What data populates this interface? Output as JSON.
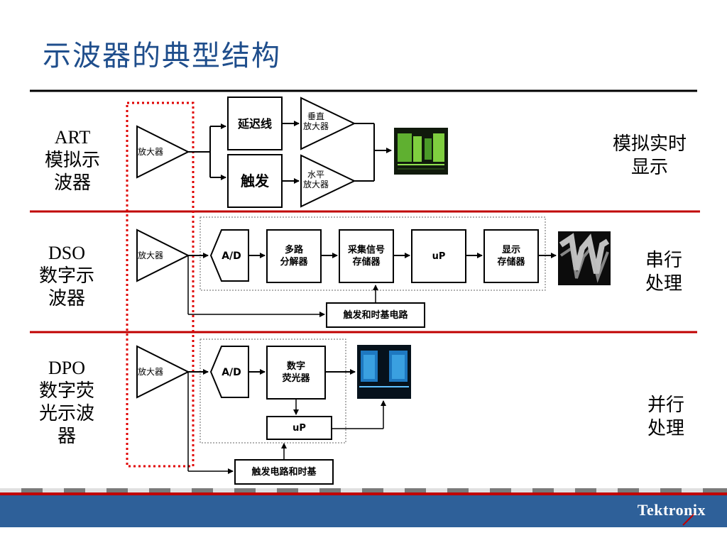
{
  "title": "示波器的典型结构",
  "rows": {
    "art": {
      "label_lines": [
        "ART",
        "模拟示",
        "波器"
      ],
      "right_lines": [
        "模拟实时",
        "显示"
      ],
      "amplifier": "放大器",
      "delay_line": "延迟线",
      "trigger": "触发",
      "vertical_amp": [
        "垂直",
        "放大器"
      ],
      "horizontal_amp": [
        "水平",
        "放大器"
      ]
    },
    "dso": {
      "label_lines": [
        "DSO",
        "数字示",
        "波器"
      ],
      "right_lines": [
        "串行",
        "处理"
      ],
      "amplifier": "放大器",
      "ad": "A/D",
      "demux": [
        "多路",
        "分解器"
      ],
      "acq_memory": [
        "采集信号",
        "存储器"
      ],
      "up": "uP",
      "display_memory": [
        "显示",
        "存储器"
      ],
      "trigger_timebase": "触发和时基电路"
    },
    "dpo": {
      "label_lines": [
        "DPO",
        "数字荧",
        "光示波",
        "器"
      ],
      "right_lines": [
        "并行",
        "处理"
      ],
      "amplifier": "放大器",
      "ad": "A/D",
      "digital_phosphor": [
        "数字",
        "荧光器"
      ],
      "up": "uP",
      "trigger_timebase": "触发电路和时基"
    }
  },
  "brand": "Tektronix",
  "colors": {
    "title": "#1f4e8c",
    "separator_red": "#c00000",
    "dotted_red": "#e00000",
    "footer_blue": "#2e6099",
    "art_screen": "#7fcf3f",
    "dso_screen": "#dddddd",
    "dpo_screen": "#3aa0e0"
  }
}
